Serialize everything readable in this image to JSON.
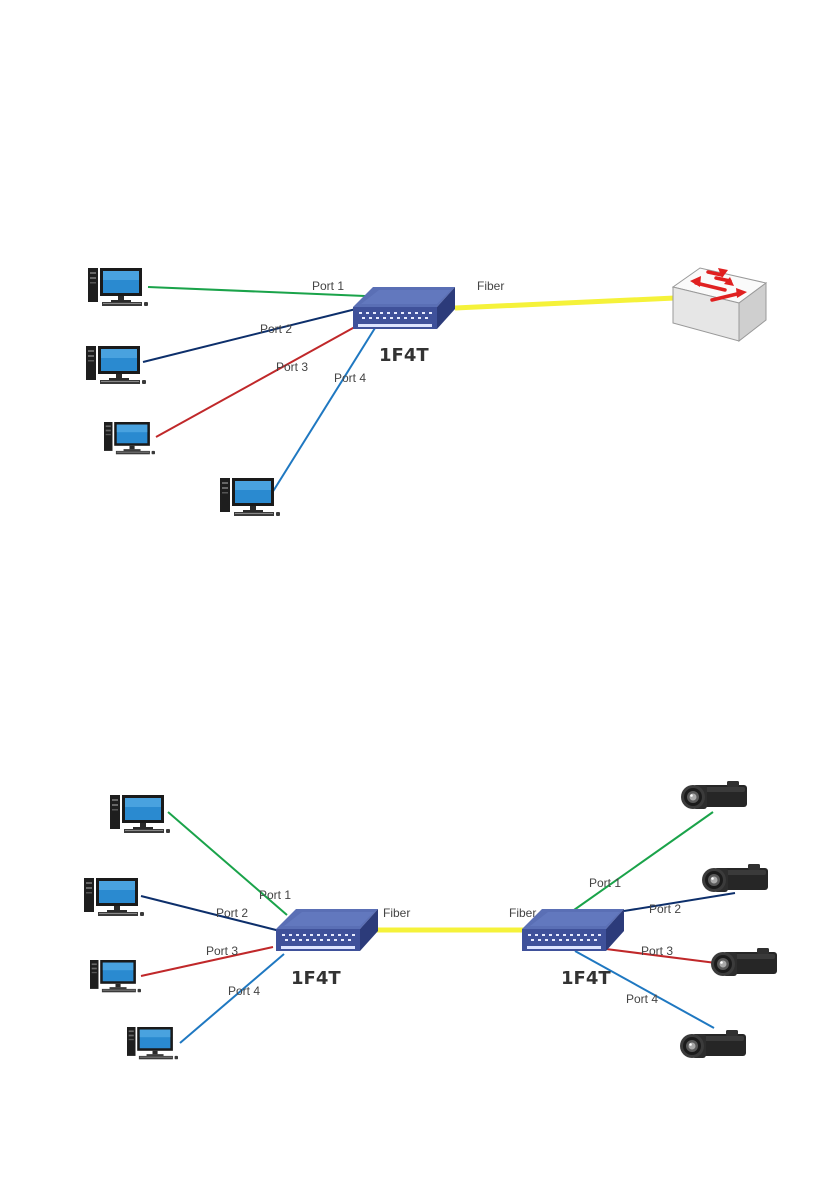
{
  "colors": {
    "port1": "#1aa34a",
    "port2": "#0d2f6b",
    "port3": "#c0282a",
    "port4": "#1f78c1",
    "fiber": "#f5f23a",
    "switch_top": "#5a6fb5",
    "switch_front": "#3f519a",
    "switch_side": "#2c3b7a",
    "core_switch_body": "#f2f2f2",
    "core_switch_arrows": "#e02020"
  },
  "diagram1": {
    "device_label": "1F4T",
    "fiber_label": "Fiber",
    "ports": [
      "Port 1",
      "Port 2",
      "Port 3",
      "Port 4"
    ],
    "endpoints": [
      "computer-icon",
      "computer-icon",
      "computer-icon",
      "computer-icon"
    ],
    "uplink": "core-switch-icon"
  },
  "diagram2": {
    "left_device_label": "1F4T",
    "right_device_label": "1F4T",
    "left_fiber_label": "Fiber",
    "right_fiber_label": "Fiber",
    "left_ports": [
      "Port 1",
      "Port 2",
      "Port 3",
      "Port 4"
    ],
    "right_ports": [
      "Port 1",
      "Port 2",
      "Port 3",
      "Port 4"
    ],
    "left_endpoints": [
      "computer-icon",
      "computer-icon",
      "computer-icon",
      "computer-icon"
    ],
    "right_endpoints": [
      "camcorder-icon",
      "camcorder-icon",
      "camcorder-icon",
      "camcorder-icon"
    ]
  }
}
